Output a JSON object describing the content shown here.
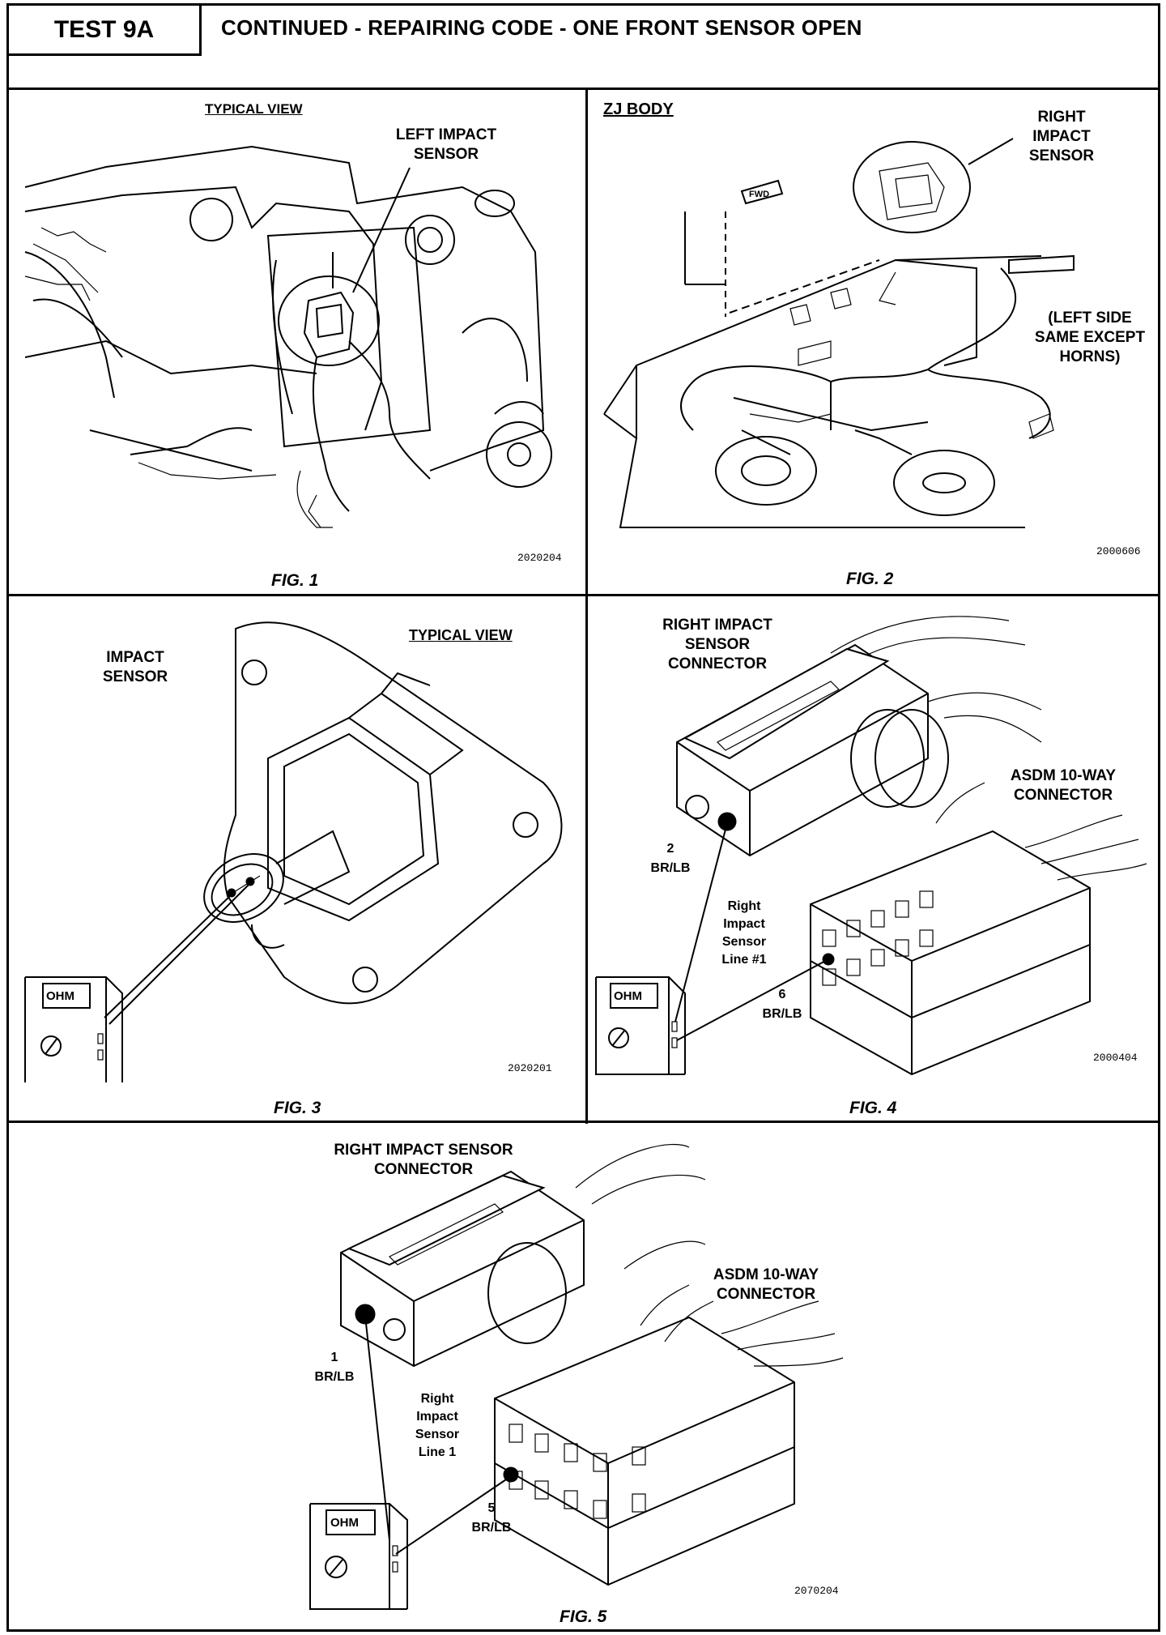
{
  "header": {
    "test_id": "TEST 9A",
    "title": "CONTINUED - REPAIRING CODE - ONE FRONT SENSOR OPEN"
  },
  "fig1": {
    "caption": "FIG. 1",
    "view_label": "TYPICAL VIEW",
    "callout": "LEFT IMPACT SENSOR",
    "code": "2020204"
  },
  "fig2": {
    "caption": "FIG. 2",
    "view_label": "ZJ BODY",
    "callout": "RIGHT IMPACT SENSOR",
    "note": "(LEFT SIDE SAME EXCEPT HORNS)",
    "arrow_text": "FWD",
    "code": "2000606"
  },
  "fig3": {
    "caption": "FIG. 3",
    "view_label": "TYPICAL VIEW",
    "callout": "IMPACT SENSOR",
    "meter_text": "OHM",
    "code": "2020201"
  },
  "fig4": {
    "caption": "FIG. 4",
    "callout_connector": "RIGHT IMPACT SENSOR CONNECTOR",
    "callout_asdm": "ASDM 10-WAY CONNECTOR",
    "pin_a": "2",
    "pin_a_wire": "BR/LB",
    "line_label": "Right Impact Sensor Line #1",
    "pin_b": "6",
    "pin_b_wire": "BR/LB",
    "meter_text": "OHM",
    "code": "2000404"
  },
  "fig5": {
    "caption": "FIG. 5",
    "callout_connector": "RIGHT IMPACT SENSOR CONNECTOR",
    "callout_asdm": "ASDM 10-WAY CONNECTOR",
    "pin_a": "1",
    "pin_a_wire": "BR/LB",
    "line_label": "Right Impact Sensor Line 1",
    "pin_b": "5",
    "pin_b_wire": "BR/LB",
    "meter_text": "OHM",
    "code": "2070204"
  }
}
